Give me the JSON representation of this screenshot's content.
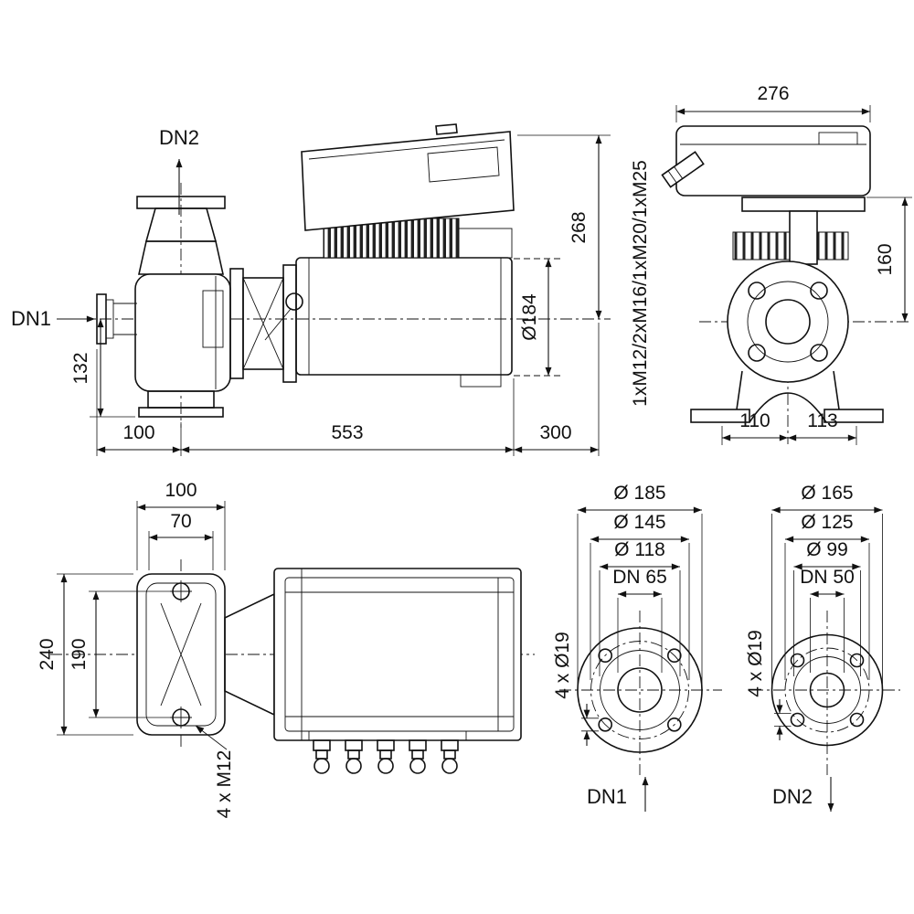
{
  "drawing": {
    "background": "#ffffff",
    "line_color": "#111111"
  },
  "side_view": {
    "port_top_label": "DN2",
    "port_inlet_label": "DN1",
    "dim_inlet_height": "132",
    "dim_flange_to_center": "100",
    "dim_length": "553",
    "dim_removal_clearance": "300",
    "dim_height_above_axis": "268",
    "dim_motor_diameter": "Ø184"
  },
  "front_view": {
    "dim_width": "276",
    "dim_top_to_axis": "160",
    "cable_gland_label": "1xM12/2xM16/1xM20/1xM25",
    "dim_foot_left": "110",
    "dim_foot_right": "113"
  },
  "top_view": {
    "dim_flange_width": "100",
    "dim_bolt_width": "70",
    "dim_flange_depth": "240",
    "dim_bolt_depth": "190",
    "bolt_label": "4 x M12"
  },
  "flange_dn65": {
    "dim_outer": "Ø 185",
    "dim_bolt_circle": "Ø 145",
    "dim_raised_face": "Ø 118",
    "dim_nominal": "DN 65",
    "bolt_holes_label": "4 x Ø19",
    "port_label": "DN1"
  },
  "flange_dn50": {
    "dim_outer": "Ø 165",
    "dim_bolt_circle": "Ø 125",
    "dim_raised_face": "Ø 99",
    "dim_nominal": "DN 50",
    "bolt_holes_label": "4 x Ø19",
    "port_label": "DN2"
  }
}
